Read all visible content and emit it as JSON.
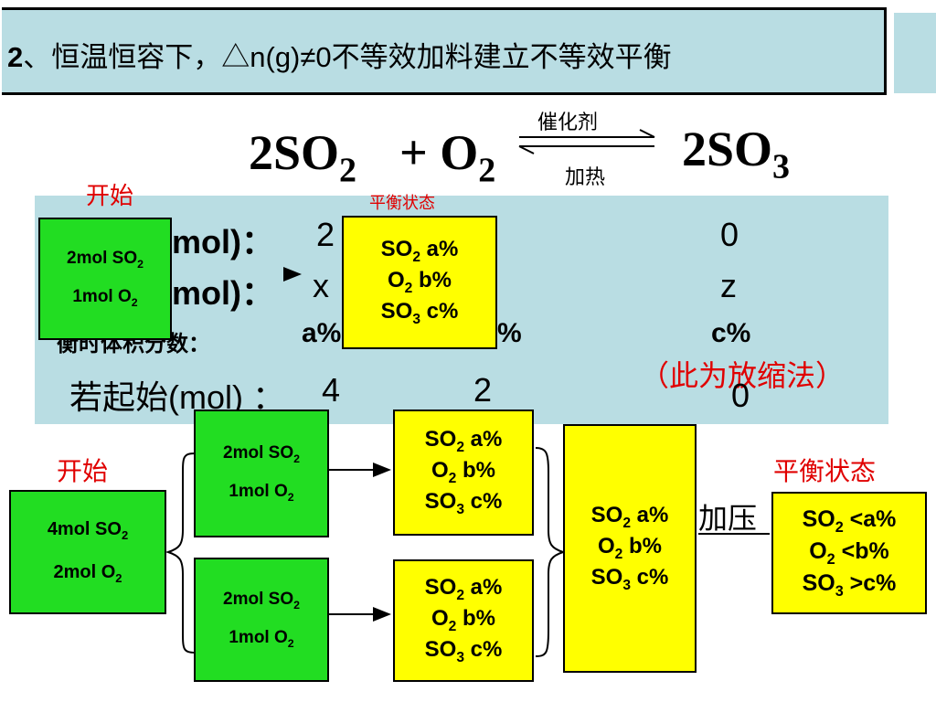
{
  "title": {
    "lead": "2",
    "text": "、恒温恒容下，△n(g)≠0不等效加料建立不等效平衡"
  },
  "equation": {
    "reactant1_coef": "2SO",
    "reactant1_sub": "2",
    "plus": "+ O",
    "reactant2_sub": "2",
    "product_coef": "2SO",
    "product_sub": "3",
    "catalyst": "催化剂",
    "heat": "加热"
  },
  "panel": {
    "row1_label": "始(mol)：",
    "row1_label_visible": "mol)：",
    "row1_so2": "2",
    "row1_so3": "0",
    "row2_label": "mol)：",
    "row2_so2": "x",
    "row2_so3": "z",
    "row3_label": "平衡时体积分数：",
    "row3_label_visible": "衡时体积分数：",
    "row3_so2": "a%",
    "row3_o2": "%",
    "row3_so3": "c%",
    "magnify_note": "（此为放缩法）",
    "row4": {
      "label": "若起始(mol) ：",
      "so2": "4",
      "o2": "2",
      "so3": "0"
    }
  },
  "labels": {
    "start_top": "开始",
    "equilibrium_top": "平衡状态",
    "start_bottom": "开始",
    "equilibrium_bottom": "平衡状态",
    "pressurize": "加压"
  },
  "boxes": {
    "green_half": {
      "line1": "2mol SO",
      "line1_sub": "2",
      "line2": "1mol O",
      "line2_sub": "2"
    },
    "green_full": {
      "line1": "4mol SO",
      "line1_sub": "2",
      "line2": "2mol O",
      "line2_sub": "2"
    },
    "yellow_eq": {
      "so2": "SO",
      "so2_sub": "2",
      "so2_val": " a%",
      "o2": "O",
      "o2_sub": "2",
      "o2_val": "  b%",
      "so3": "SO",
      "so3_sub": "3",
      "so3_val": " c%"
    },
    "yellow_final": {
      "so2": "SO",
      "so2_sub": "2",
      "so2_val": " <a%",
      "o2": "O",
      "o2_sub": "2",
      "o2_val": "  <b%",
      "so3": "SO",
      "so3_sub": "3",
      "so3_val": " >c%"
    }
  }
}
